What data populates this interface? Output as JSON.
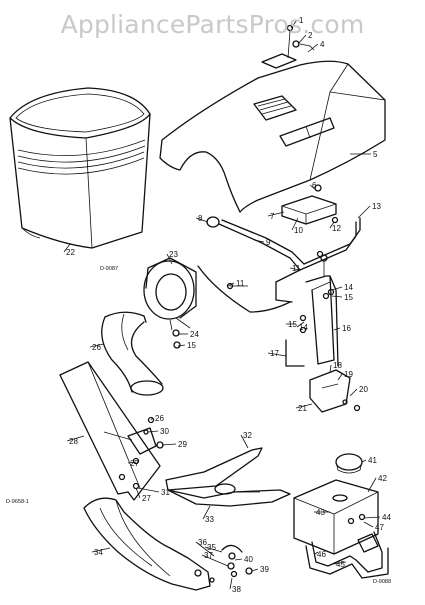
{
  "watermark": "AppliancePartsPros.com",
  "figure_codes": [
    "D-9087",
    "D-9658-1",
    "D-9088"
  ],
  "callouts": [
    {
      "label": "1"
    },
    {
      "label": "2"
    },
    {
      "label": "4"
    },
    {
      "label": "5"
    },
    {
      "label": "6"
    },
    {
      "label": "7"
    },
    {
      "label": "8"
    },
    {
      "label": "9"
    },
    {
      "label": "10"
    },
    {
      "label": "11"
    },
    {
      "label": "11"
    },
    {
      "label": "12"
    },
    {
      "label": "13"
    },
    {
      "label": "14"
    },
    {
      "label": "14"
    },
    {
      "label": "15"
    },
    {
      "label": "15"
    },
    {
      "label": "15"
    },
    {
      "label": "16"
    },
    {
      "label": "17"
    },
    {
      "label": "18"
    },
    {
      "label": "19"
    },
    {
      "label": "20"
    },
    {
      "label": "21"
    },
    {
      "label": "22"
    },
    {
      "label": "23"
    },
    {
      "label": "24"
    },
    {
      "label": "26"
    },
    {
      "label": "26"
    },
    {
      "label": "27"
    },
    {
      "label": "27"
    },
    {
      "label": "28"
    },
    {
      "label": "29"
    },
    {
      "label": "30"
    },
    {
      "label": "31"
    },
    {
      "label": "32"
    },
    {
      "label": "33"
    },
    {
      "label": "34"
    },
    {
      "label": "35"
    },
    {
      "label": "36"
    },
    {
      "label": "37"
    },
    {
      "label": "38"
    },
    {
      "label": "39"
    },
    {
      "label": "40"
    },
    {
      "label": "41"
    },
    {
      "label": "42"
    },
    {
      "label": "43"
    },
    {
      "label": "44"
    },
    {
      "label": "45"
    },
    {
      "label": "46"
    },
    {
      "label": "47"
    }
  ]
}
